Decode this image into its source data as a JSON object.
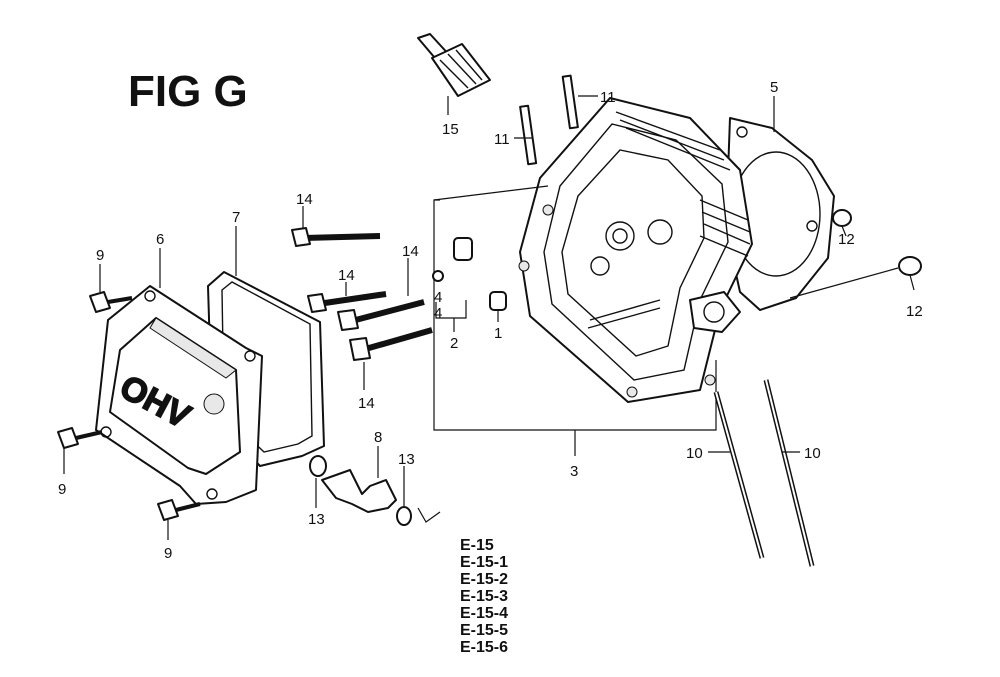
{
  "figure": {
    "title": "FIG G"
  },
  "callouts": {
    "c1": "1",
    "c2": "2",
    "c3": "3",
    "c4a": "4",
    "c4b": "4",
    "c5": "5",
    "c6": "6",
    "c7": "7",
    "c8": "8",
    "c9a": "9",
    "c9b": "9",
    "c9c": "9",
    "c10a": "10",
    "c10b": "10",
    "c11a": "11",
    "c11b": "11",
    "c12a": "12",
    "c12b": "12",
    "c13a": "13",
    "c13b": "13",
    "c14a": "14",
    "c14b": "14",
    "c14c": "14",
    "c14d": "14",
    "c15": "15"
  },
  "cover_marking": "OHV",
  "references": [
    "E-15",
    "E-15-1",
    "E-15-2",
    "E-15-3",
    "E-15-4",
    "E-15-5",
    "E-15-6"
  ]
}
